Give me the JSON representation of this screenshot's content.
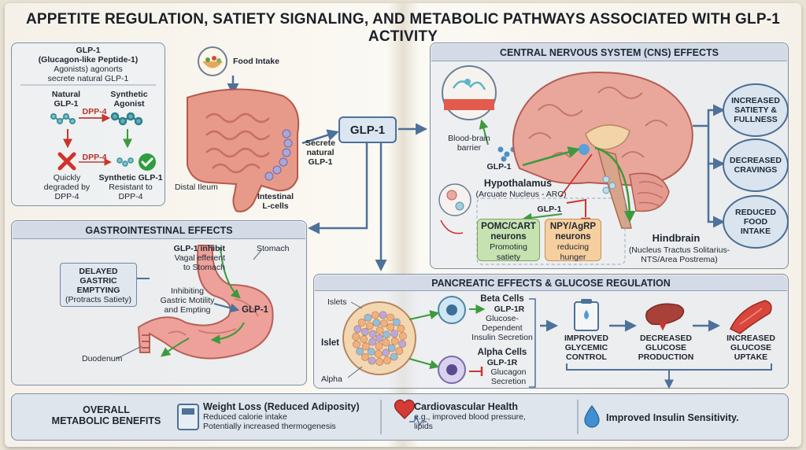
{
  "title": "APPETITE REGULATION, SATIETY SIGNALING, AND METABOLIC PATHWAYS ASSOCIATED WITH GLP-1 ACTIVITY",
  "agonist_panel": {
    "head_line1": "GLP-1",
    "head_line2": "(Glucagon-like Peptide-1)",
    "head_line3": "Agonists) agonorts",
    "head_line4": "secrete natural GLP-1",
    "natural_label_1": "Natural",
    "natural_label_2": "GLP-1",
    "synthetic_label_1": "Synthetic",
    "synthetic_label_2": "Agonist",
    "dpp4_top": "DPP-4",
    "dpp4_mid": "DPP-4",
    "degraded_1": "Quickly",
    "degraded_2": "degraded by",
    "degraded_3": "DPP-4",
    "resistant_1": "Synthetic GLP-1",
    "resistant_2": "Resistant to",
    "resistant_3": "DPP-4"
  },
  "gut": {
    "food_intake": "Food Intake",
    "distal_ileum": "Distal Ileum",
    "l_cells_1": "Intestinal",
    "l_cells_2": "L-cells",
    "secrete_1": "Secrete",
    "secrete_2": "natural",
    "secrete_3": "GLP-1"
  },
  "glp1_center": "GLP-1",
  "cns": {
    "head": "CENTRAL NERVOUS SYSTEM (CNS) EFFECTS",
    "bbb_1": "Blood-brain",
    "bbb_2": "barrier",
    "glp1_label": "GLP-1",
    "glp1_label2": "GLP-1",
    "hypothalamus": "Hypothalamus",
    "arc": "(Arcuate Nucleus - ARC)",
    "pomc_1": "POMC/CART",
    "pomc_2": "neurons",
    "pomc_3": "Promoting",
    "pomc_4": "satiety",
    "npy_1": "NPY/AgRP",
    "npy_2": "neurons",
    "npy_3": "reducing",
    "npy_4": "hunger",
    "hindbrain": "Hindbrain",
    "nts_1": "(Nucleus Tractus Solitarius-",
    "nts_2": "NTS/Area Postrema)",
    "out1_1": "INCREASED",
    "out1_2": "SATIETY &",
    "out1_3": "FULLNESS",
    "out2_1": "DECREASED",
    "out2_2": "CRAVINGS",
    "out3_1": "REDUCED",
    "out3_2": "FOOD",
    "out3_3": "INTAKE"
  },
  "gi": {
    "head": "GASTROINTESTINAL EFFECTS",
    "inhibit_1": "GLP-1 inhibit",
    "inhibit_2": "Vagal efferent",
    "inhibit_3": "to Stomach",
    "stomach": "Stomach",
    "delayed_1": "DELAYED",
    "delayed_2": "GASTRIC",
    "delayed_3": "EMPTYING",
    "delayed_4": "(Protracts Satiety)",
    "motility_1": "Inhibiting",
    "motility_2": "Gastric Motility",
    "motility_3": "and Empting",
    "glp1": "GLP-1",
    "duodenum": "Duodenum"
  },
  "pancreas": {
    "head": "PANCREATIC EFFECTS & GLUCOSE REGULATION",
    "islets": "Islets",
    "islet": "Islet",
    "alpha": "Alpha",
    "beta_title": "Beta Cells",
    "beta_receptor": "GLP-1R",
    "beta_1": "Glucose-Dependent",
    "beta_2": "Insulin Secretion",
    "alpha_title": "Alpha Cells",
    "alpha_receptor": "GLP-1R",
    "alpha_1": "Glucagon",
    "alpha_2": "Secretion",
    "glycemic_1": "IMPROVED",
    "glycemic_2": "GLYCEMIC",
    "glycemic_3": "CONTROL",
    "production_1": "DECREASED",
    "production_2": "GLUCOSE",
    "production_3": "PRODUCTION",
    "uptake_1": "INCREASED",
    "uptake_2": "GLUCOSE",
    "uptake_3": "UPTAKE"
  },
  "overall": {
    "label_1": "OVERALL",
    "label_2": "METABOLIC BENEFITS",
    "weight_title": "Weight Loss (Reduced Adiposity)",
    "weight_1": "Reduced calorie intake",
    "weight_2": "Potentially increased thermogenesis",
    "cardio_title": "Cardiovascular Health",
    "cardio_1": "e.g., improved blood pressure,",
    "cardio_2": "lipids",
    "insulin": "Improved Insulin Sensitivity."
  },
  "colors": {
    "panel_border": "#7d8fa8",
    "arrow_blue": "#4d7199",
    "arrow_green": "#3d9a3c",
    "inhibit_red": "#c7372f",
    "intestine": "#e39a8a",
    "brain": "#e7a49a"
  }
}
